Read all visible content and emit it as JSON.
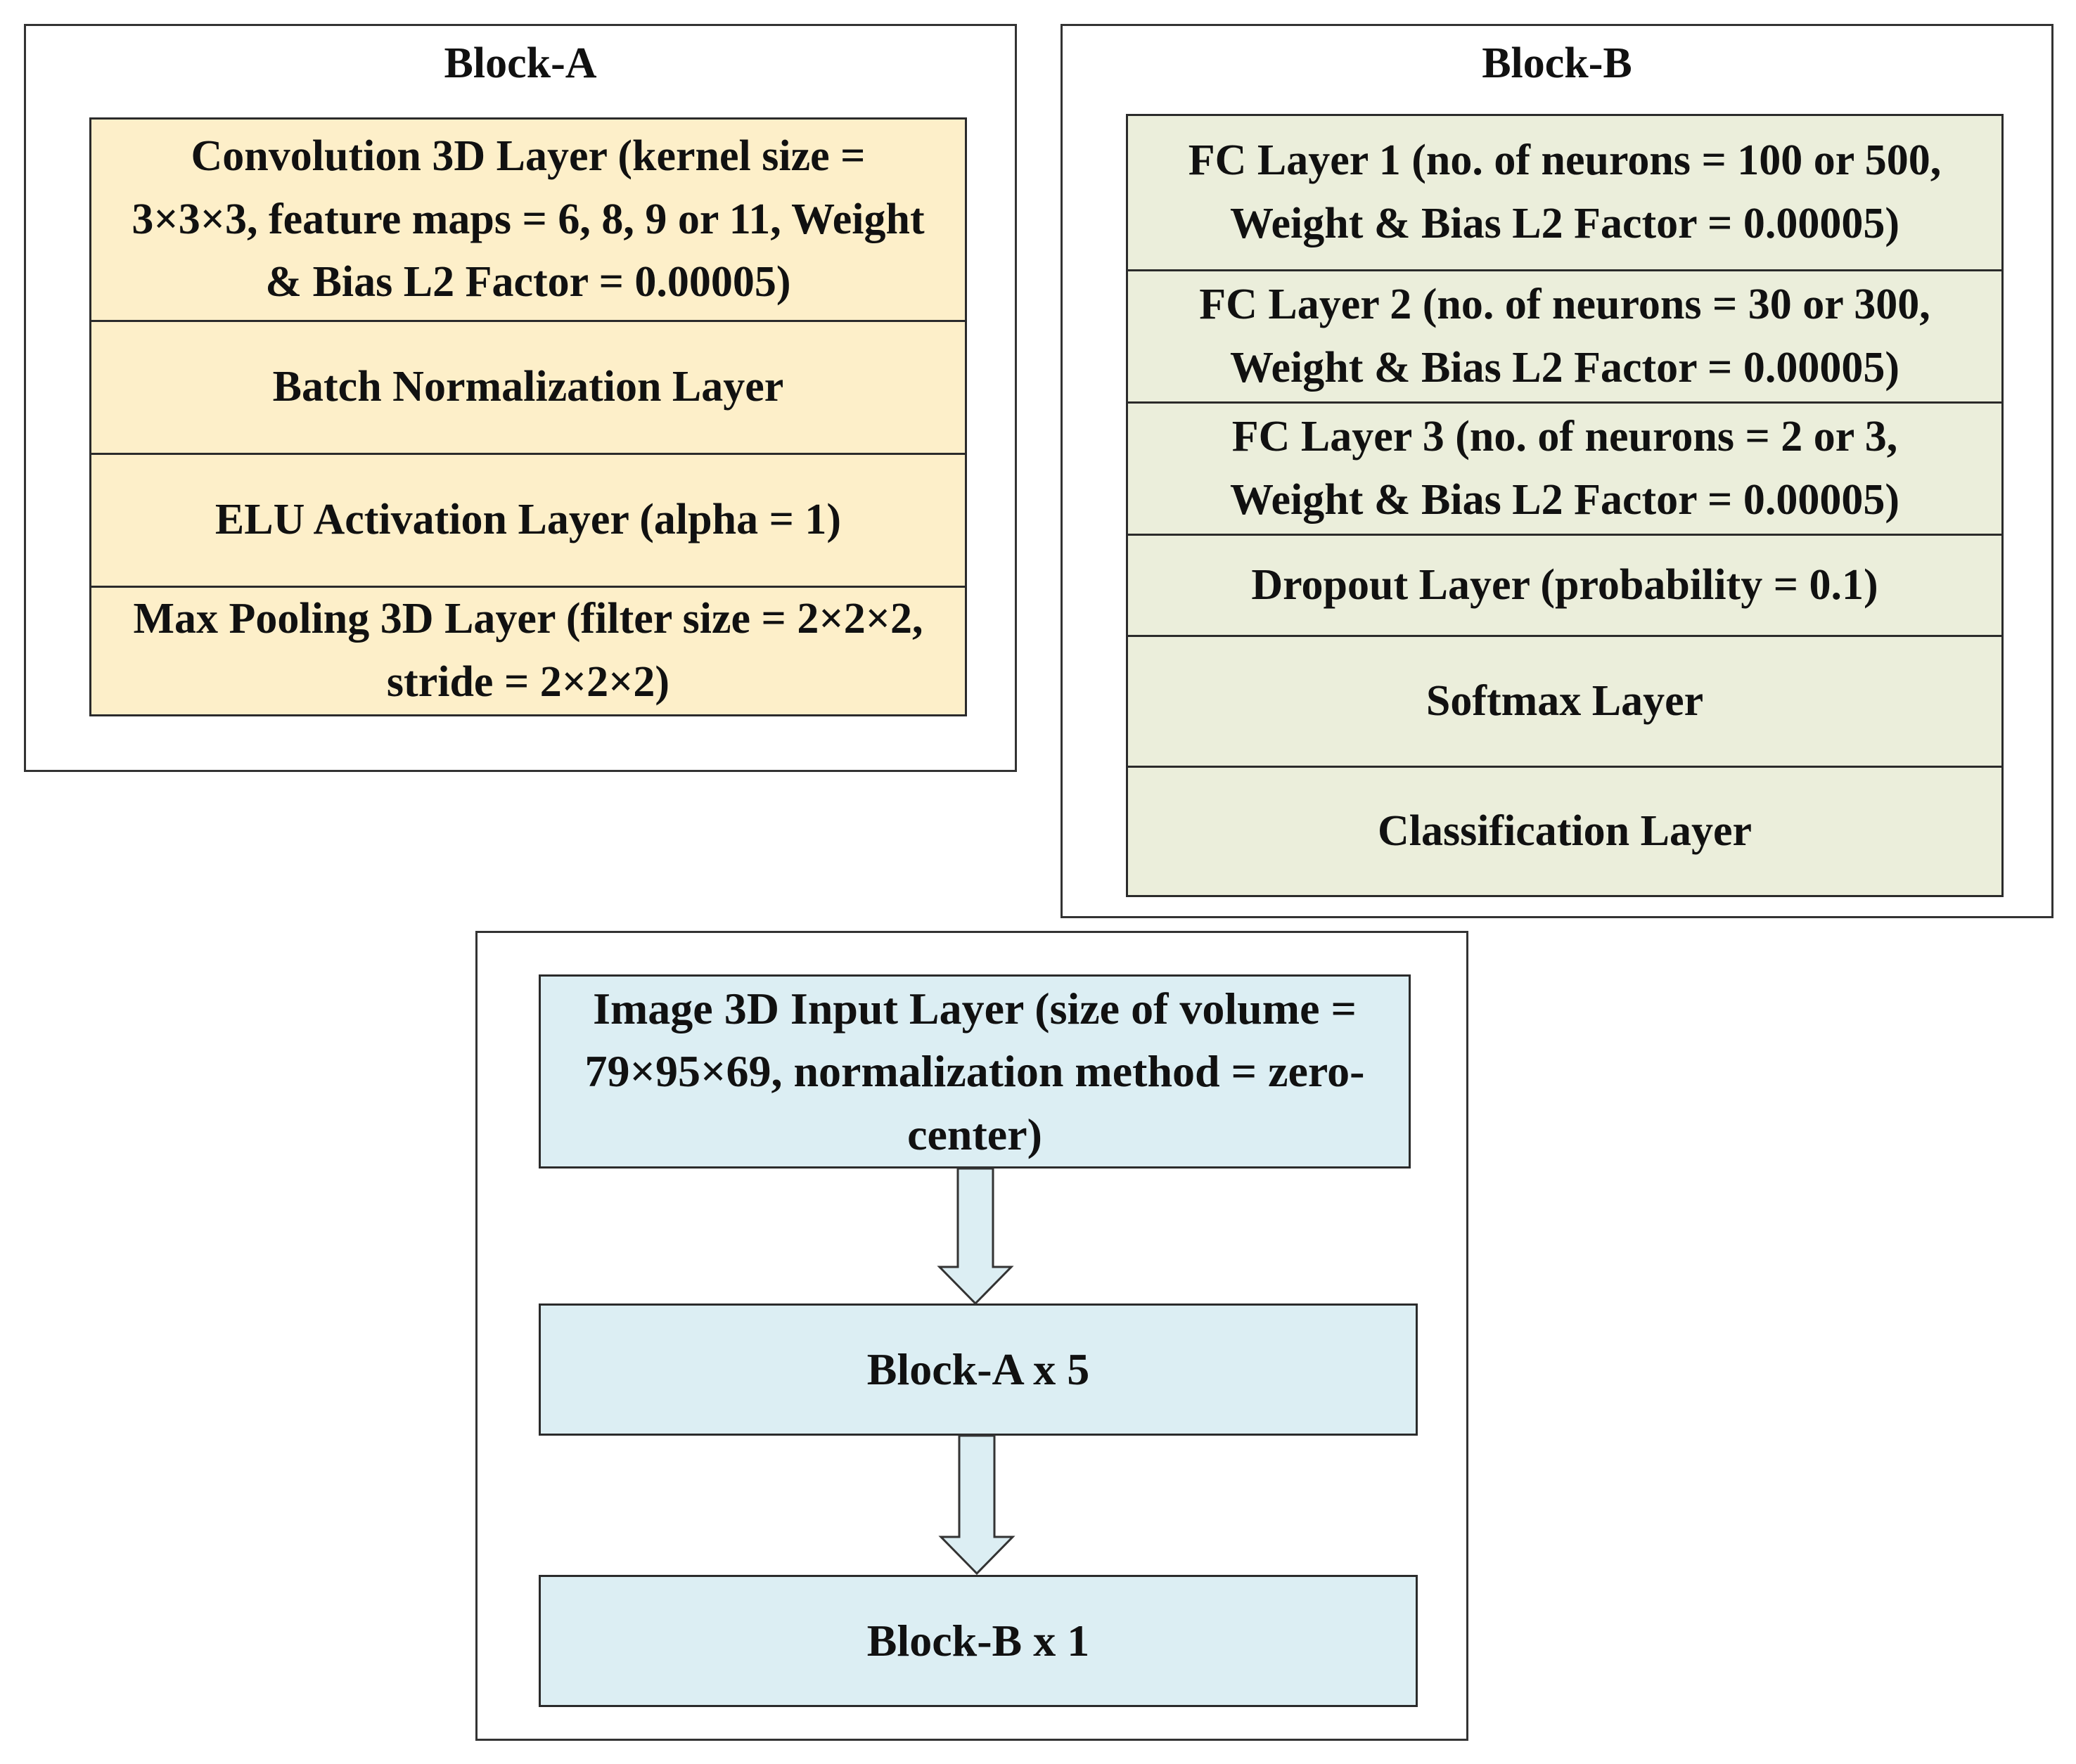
{
  "block_a": {
    "title": "Block-A",
    "layers": [
      "Convolution 3D Layer (kernel size =\n3×3×3, feature maps = 6, 8, 9 or 11, Weight\n& Bias L2 Factor = 0.00005)",
      "Batch Normalization Layer",
      "ELU Activation Layer (alpha = 1)",
      "Max Pooling 3D Layer (filter size = 2×2×2,\nstride = 2×2×2)"
    ],
    "fill_color": "#fdefc9"
  },
  "block_b": {
    "title": "Block-B",
    "layers": [
      "FC Layer 1 (no. of neurons = 100 or 500,\nWeight & Bias L2 Factor = 0.00005)",
      "FC Layer 2 (no. of neurons = 30 or 300,\nWeight & Bias L2 Factor = 0.00005)",
      "FC Layer 3 (no. of neurons = 2 or 3,\nWeight & Bias L2 Factor = 0.00005)",
      "Dropout Layer (probability = 0.1)",
      "Softmax Layer",
      "Classification Layer"
    ],
    "fill_color": "#ebeedb"
  },
  "pipeline": {
    "input": "Image 3D Input Layer (size of volume =\n79×95×69, normalization method = zero-\ncenter)",
    "block_a_repeat": "Block-A x 5",
    "block_b_repeat": "Block-B x 1",
    "fill_color": "#dceef3"
  }
}
